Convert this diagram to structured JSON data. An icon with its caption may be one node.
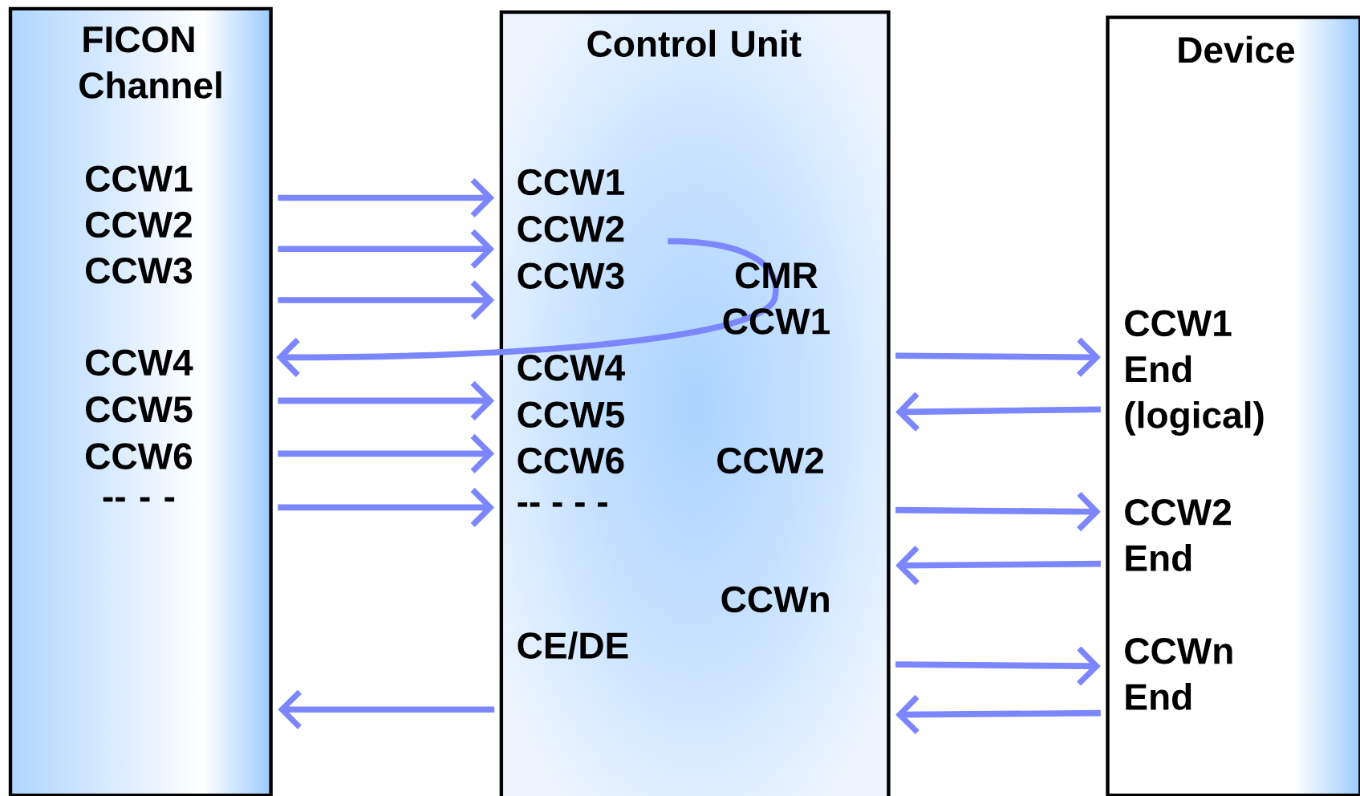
{
  "diagram": {
    "nodes": [
      {
        "text": [
          "FICON Channel",
          "CCW1",
          "CCW2",
          "CCW3",
          "CCW4",
          "CCW5",
          "CCW6",
          "-- - -"
        ]
      },
      {
        "text": [
          "Control Unit",
          "CCW1",
          "CCW2",
          "CCW3",
          "CMR CCW1",
          "CCW4",
          "CCW5",
          "CCW6",
          "-- - - -",
          "CCW2",
          "CCWn",
          "CE/DE"
        ]
      },
      {
        "text": [
          "Device",
          "CCW1 End (logical)",
          "CCW2 End",
          "CCWn End"
        ]
      }
    ],
    "edges": [
      {
        "from": 0,
        "to": 1,
        "arrow": "to"
      },
      {
        "from": 0,
        "to": 1,
        "arrow": "to"
      },
      {
        "from": 0,
        "to": 1,
        "arrow": "to"
      },
      {
        "from": 1,
        "to": 0,
        "arrow": "to"
      },
      {
        "from": 0,
        "to": 1,
        "arrow": "to"
      },
      {
        "from": 0,
        "to": 1,
        "arrow": "to"
      },
      {
        "from": 0,
        "to": 1,
        "arrow": "to"
      },
      {
        "from": 1,
        "to": 0,
        "arrow": "to"
      },
      {
        "from": 1,
        "to": 2,
        "arrow": "to"
      },
      {
        "from": 2,
        "to": 1,
        "arrow": "to"
      },
      {
        "from": 1,
        "to": 2,
        "arrow": "to"
      },
      {
        "from": 2,
        "to": 1,
        "arrow": "to"
      },
      {
        "from": 1,
        "to": 2,
        "arrow": "to"
      },
      {
        "from": 2,
        "to": 1,
        "arrow": "to"
      }
    ]
  }
}
